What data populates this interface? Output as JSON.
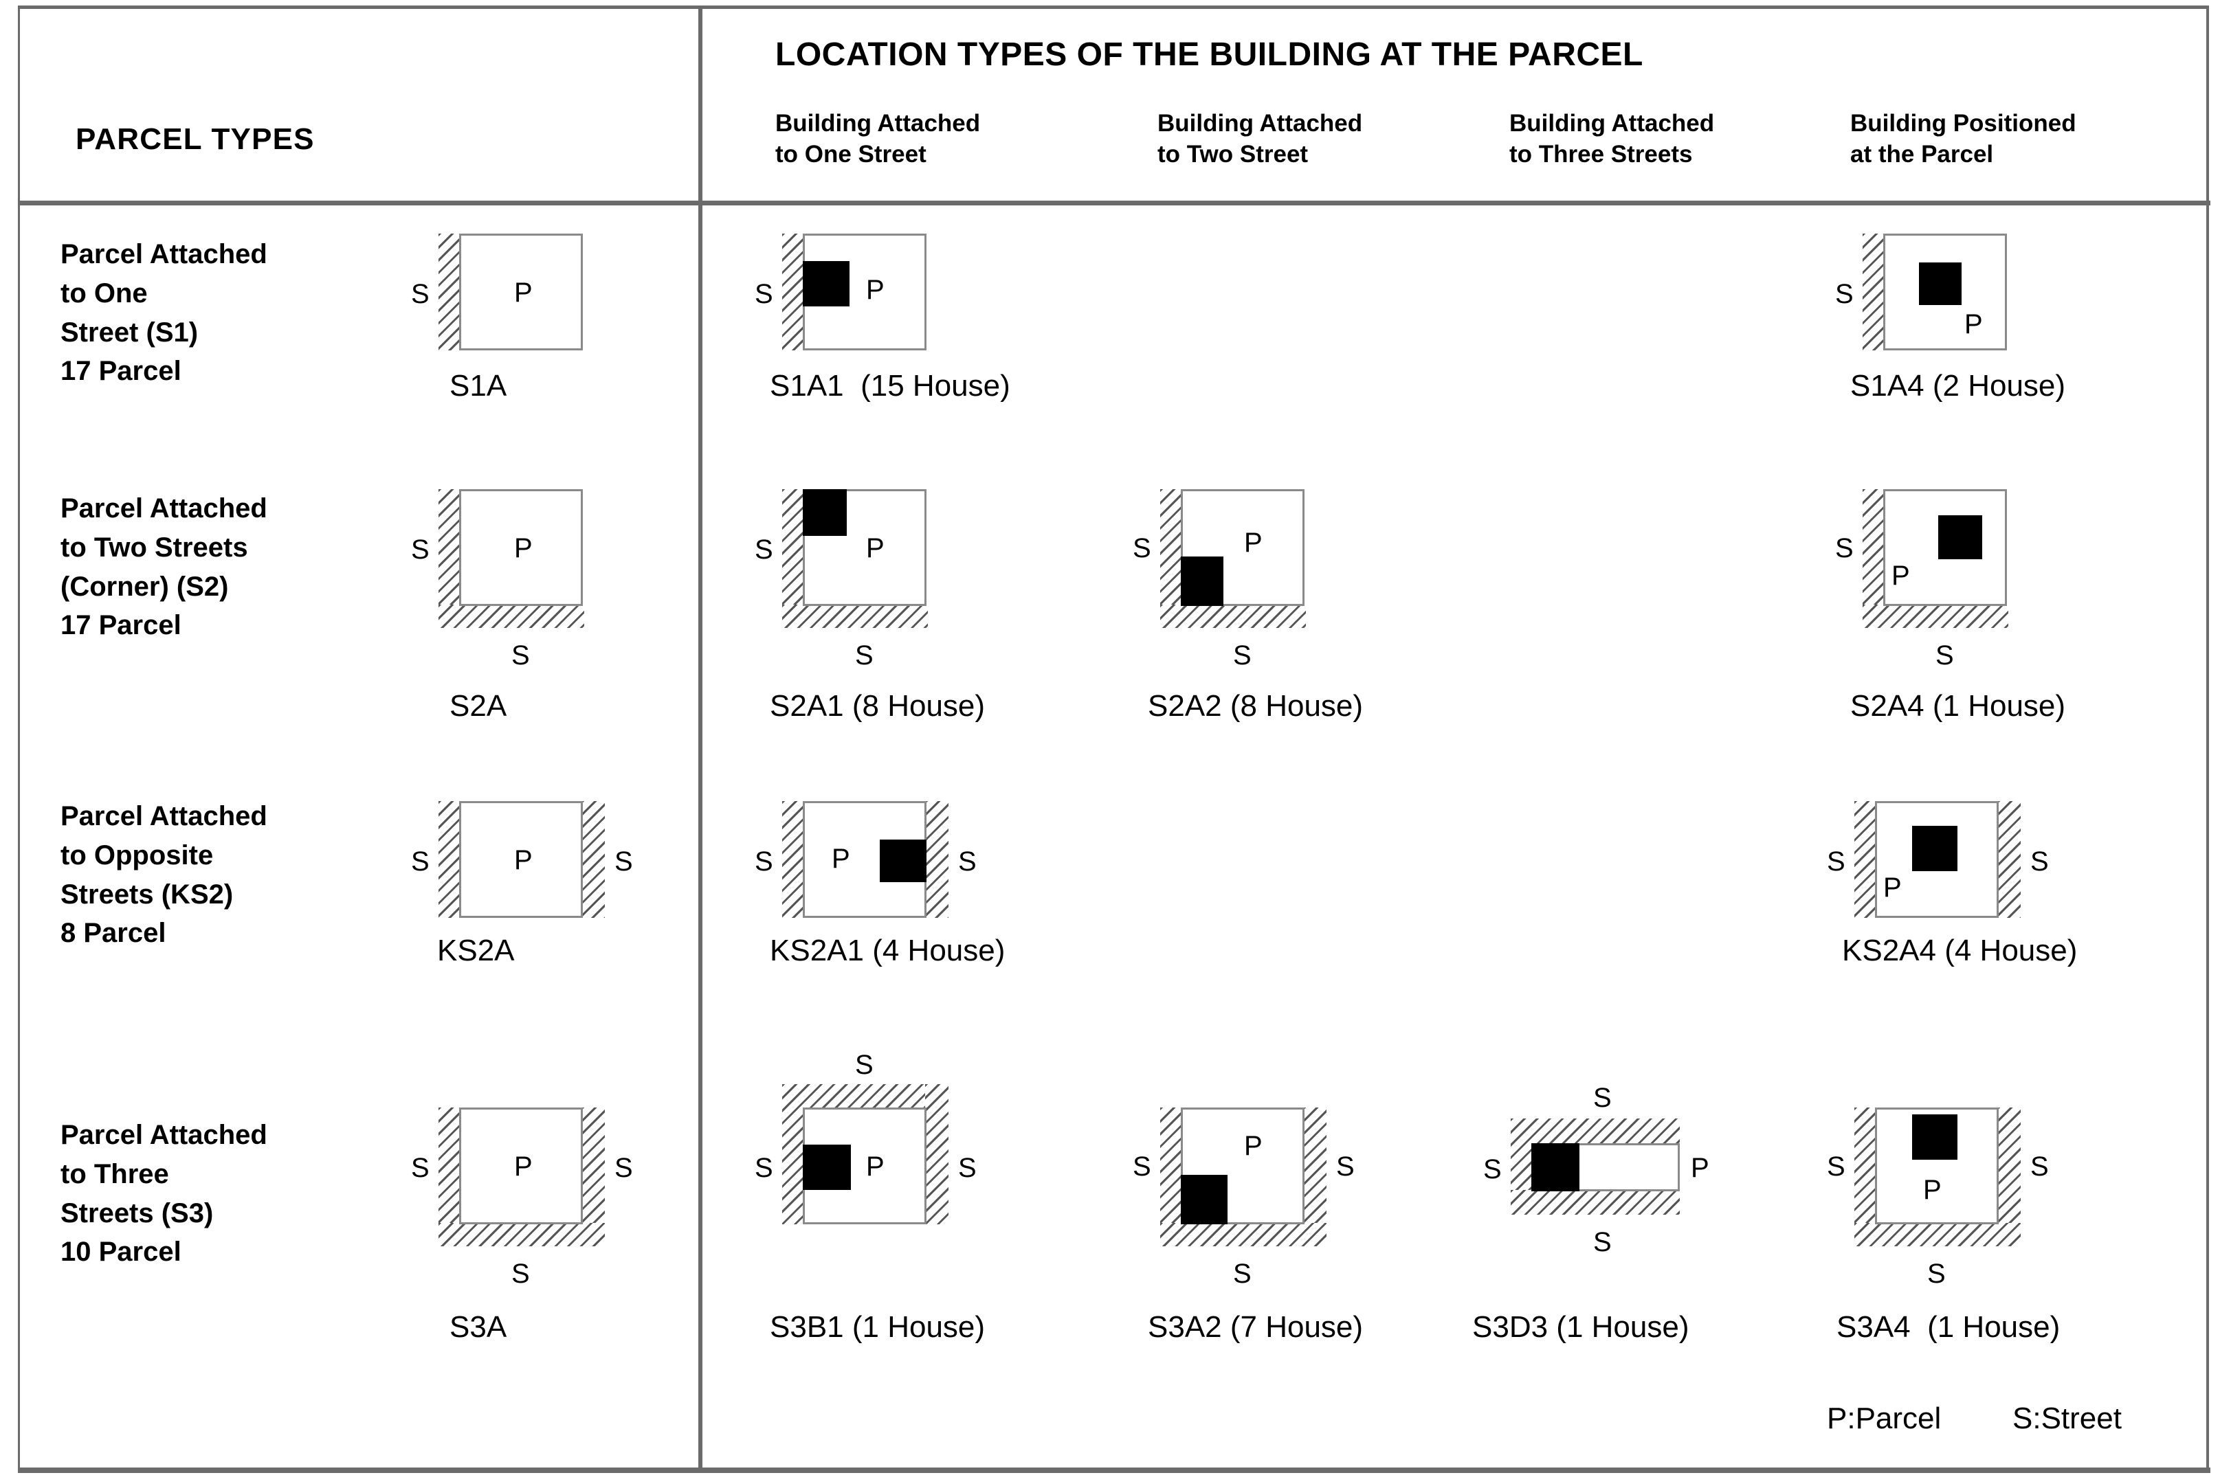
{
  "table": {
    "left_header": "PARCEL TYPES",
    "right_header": "LOCATION TYPES OF THE BUILDING AT THE PARCEL",
    "column_headers": [
      "Building Attached\nto One Street",
      "Building Attached\nto Two Street",
      "Building Attached\nto Three Streets",
      "Building Positioned\nat the Parcel"
    ]
  },
  "rows": [
    {
      "label": "Parcel Attached\nto One\nStreet (S1)\n17 Parcel",
      "base_code": "S1A",
      "base_streets": [
        "S"
      ],
      "cells": [
        {
          "code": "S1A1  (15 House)",
          "streets": [
            "S"
          ]
        },
        {
          "code": "",
          "streets": []
        },
        {
          "code": "",
          "streets": []
        },
        {
          "code": "S1A4 (2 House)",
          "streets": [
            "S"
          ]
        }
      ]
    },
    {
      "label": "Parcel Attached\nto Two Streets\n(Corner) (S2)\n17 Parcel",
      "base_code": "S2A",
      "base_streets": [
        "S",
        "S"
      ],
      "cells": [
        {
          "code": "S2A1 (8 House)",
          "streets": [
            "S",
            "S"
          ]
        },
        {
          "code": "S2A2 (8 House)",
          "streets": [
            "S",
            "S"
          ]
        },
        {
          "code": "",
          "streets": []
        },
        {
          "code": "S2A4 (1 House)",
          "streets": [
            "S",
            "S"
          ]
        }
      ]
    },
    {
      "label": "Parcel Attached\nto Opposite\nStreets (KS2)\n8 Parcel",
      "base_code": "KS2A",
      "base_streets": [
        "S",
        "S"
      ],
      "cells": [
        {
          "code": "KS2A1 (4 House)",
          "streets": [
            "S",
            "S"
          ]
        },
        {
          "code": "",
          "streets": []
        },
        {
          "code": "",
          "streets": []
        },
        {
          "code": "KS2A4 (4 House)",
          "streets": [
            "S",
            "S"
          ]
        }
      ]
    },
    {
      "label": "Parcel Attached\nto Three\nStreets  (S3)\n10 Parcel",
      "base_code": "S3A",
      "base_streets": [
        "S",
        "S",
        "S"
      ],
      "cells": [
        {
          "code": "S3B1 (1 House)",
          "streets": [
            "S",
            "S",
            "S"
          ]
        },
        {
          "code": "S3A2 (7 House)",
          "streets": [
            "S",
            "S",
            "S"
          ]
        },
        {
          "code": "S3D3 (1 House)",
          "streets": [
            "S",
            "S",
            "S"
          ]
        },
        {
          "code": "S3A4  (1 House)",
          "streets": [
            "S",
            "S",
            "S"
          ]
        }
      ]
    }
  ],
  "glyphs": {
    "parcel": "P",
    "street": "S"
  },
  "legend": {
    "parcel": "P:Parcel",
    "street": "S:Street"
  },
  "colors": {
    "rule": "#6b6b6b",
    "parcel_border": "#8a8a8a",
    "building": "#000000",
    "hatch": "#555555",
    "background": "#ffffff"
  }
}
